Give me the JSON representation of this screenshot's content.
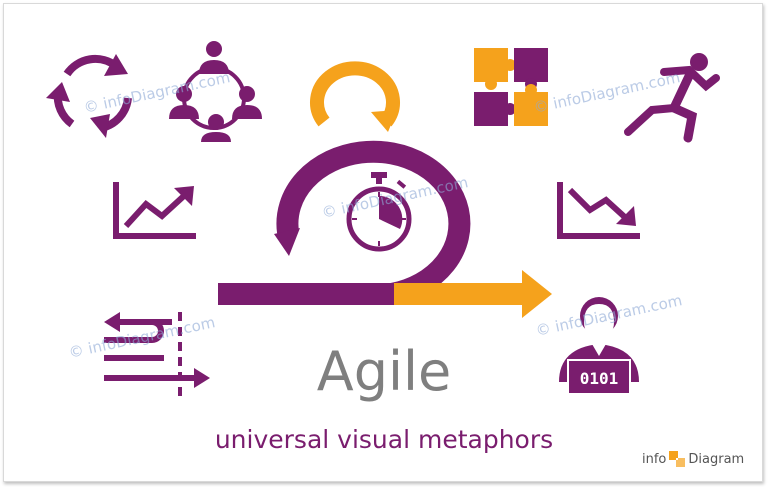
{
  "slide": {
    "title": "Agile",
    "subtitle": "universal visual metaphors",
    "watermark": "© infoDiagram.com",
    "brand": {
      "text_left": "info",
      "text_right": "Diagram"
    },
    "chip_text": "0101"
  },
  "colors": {
    "primary": "#7a1d6e",
    "accent": "#f5a21c",
    "title_gray": "#7f7f7f",
    "watermark": "#8ea9d6"
  },
  "icons": [
    "cycle-arrows-icon",
    "team-network-icon",
    "puzzle-icon",
    "runner-icon",
    "trend-up-icon",
    "trend-down-icon",
    "split-arrows-icon",
    "developer-icon",
    "sprint-cycle-icon",
    "stopwatch-icon"
  ]
}
